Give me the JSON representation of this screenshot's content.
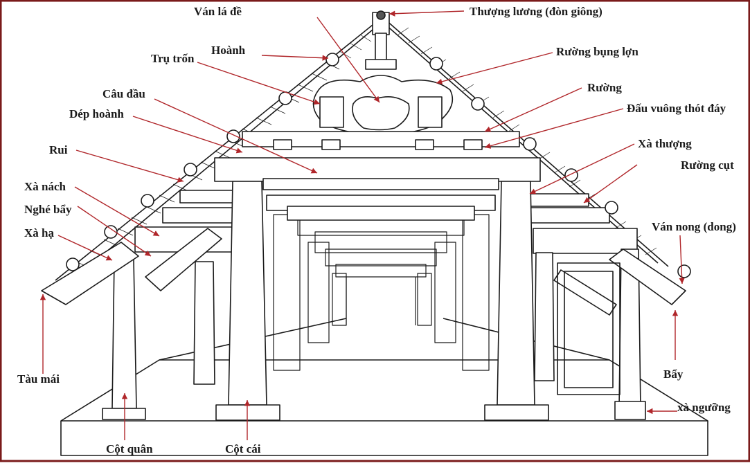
{
  "labels": {
    "van_la_de": "Ván lá đề",
    "thuong_luong": "Thượng lương (đòn giông)",
    "hoanh": "Hoành",
    "ruong_bung_lon": "Rường bụng lợn",
    "tru_tron": "Trụ trốn",
    "cau_dau": "Câu đầu",
    "ruong": "Rường",
    "dep_hoanh": "Dép hoành",
    "dau_vuong": "Đấu vuông thót đáy",
    "rui": "Rui",
    "xa_thuong": "Xà thượng",
    "ruong_cut": "Rường cụt",
    "xa_nach": "Xà nách",
    "nghe_bay": "Nghé bẩy",
    "van_nong": "Ván nong (dong)",
    "xa_ha": "Xà hạ",
    "tau_mai": "Tàu mái",
    "bay": "Bẩy",
    "xa_nguong": "xà ngưỡng",
    "cot_quan": "Cột quân",
    "cot_cai": "Cột cái"
  },
  "colors": {
    "arrow": "#b0262a",
    "border": "#7a1a1a",
    "ink": "#1a1a1a"
  }
}
